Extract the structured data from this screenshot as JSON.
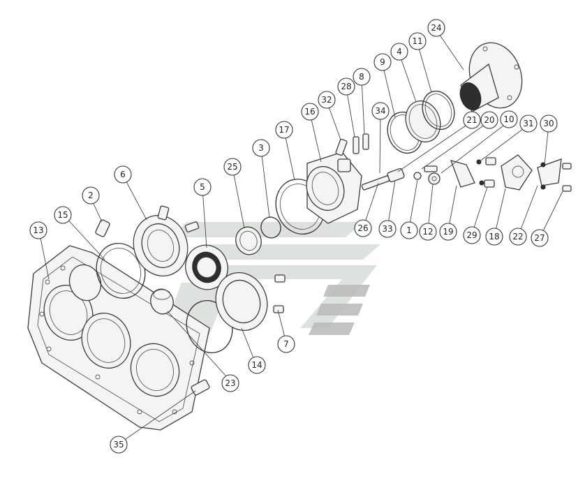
{
  "callouts": [
    {
      "label": "1"
    },
    {
      "label": "2"
    },
    {
      "label": "3"
    },
    {
      "label": "4"
    },
    {
      "label": "5"
    },
    {
      "label": "6"
    },
    {
      "label": "7"
    },
    {
      "label": "8"
    },
    {
      "label": "9"
    },
    {
      "label": "10"
    },
    {
      "label": "11"
    },
    {
      "label": "12"
    },
    {
      "label": "13"
    },
    {
      "label": "14"
    },
    {
      "label": "15"
    },
    {
      "label": "16"
    },
    {
      "label": "17"
    },
    {
      "label": "18"
    },
    {
      "label": "19"
    },
    {
      "label": "20"
    },
    {
      "label": "21"
    },
    {
      "label": "22"
    },
    {
      "label": "23"
    },
    {
      "label": "24"
    },
    {
      "label": "25"
    },
    {
      "label": "26"
    },
    {
      "label": "27"
    },
    {
      "label": "28"
    },
    {
      "label": "29"
    },
    {
      "label": "30"
    },
    {
      "label": "31"
    },
    {
      "label": "32"
    },
    {
      "label": "33"
    },
    {
      "label": "34"
    },
    {
      "label": "35"
    }
  ],
  "colors": {
    "line": "#3a3a3a",
    "watermark_light": "#d6dbd6",
    "watermark_gray": "#b9b9b9"
  }
}
